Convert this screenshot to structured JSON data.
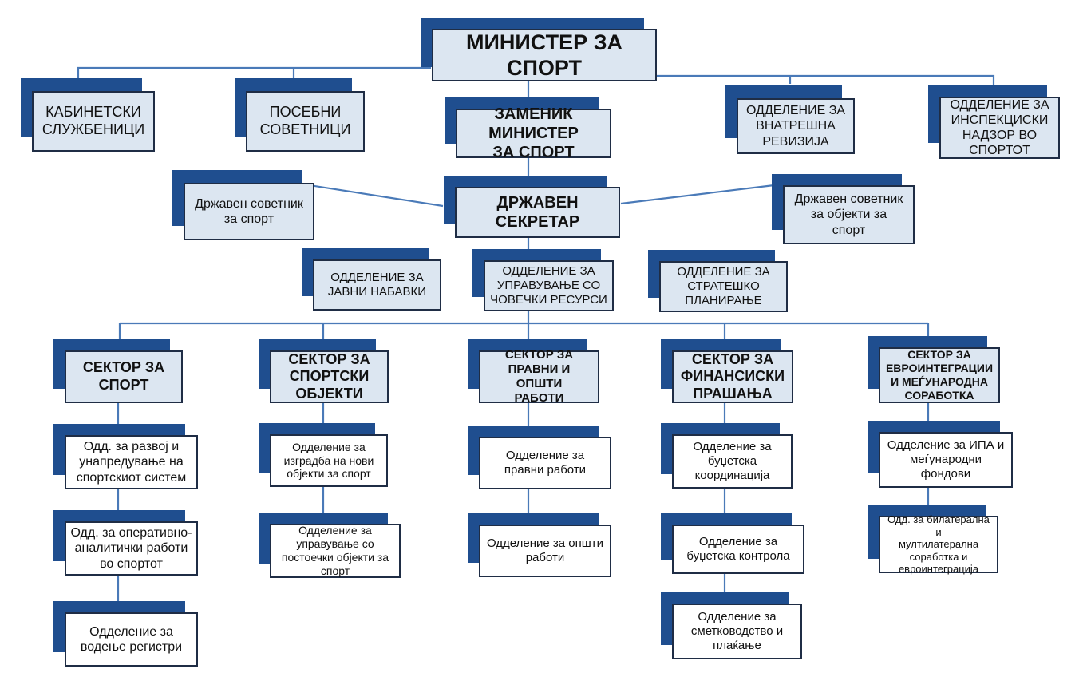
{
  "minister": "МИНИСТЕР ЗА СПОРТ",
  "top_level": {
    "cabinet": [
      "КАБИНЕТСКИ",
      "СЛУЖБЕНИЦИ"
    ],
    "advisors": [
      "ПОСЕБНИ",
      "СОВЕТНИЦИ"
    ],
    "deputy": [
      "ЗАМЕНИК МИНИСТЕР",
      "ЗА СПОРТ"
    ],
    "internal_audit": [
      "ОДДЕЛЕНИЕ ЗА",
      "ВНАТРЕШНА",
      "РЕВИЗИЈА"
    ],
    "inspection": [
      "ОДДЕЛЕНИЕ ЗА",
      "ИНСПЕКЦИСКИ",
      "НАДЗОР ВО",
      "СПОРТОТ"
    ]
  },
  "state_secretary": [
    "ДРЖАВЕН",
    "СЕКРЕТАР"
  ],
  "state_advisors": {
    "sport": [
      "Државен советник",
      "за спорт"
    ],
    "facilities": [
      "Државен советник",
      "за објекти за",
      "спорт"
    ]
  },
  "support_units": {
    "procurement": [
      "ОДДЕЛЕНИЕ ЗА",
      "ЈАВНИ НАБАВКИ"
    ],
    "hr": [
      "ОДДЕЛЕНИЕ ЗА",
      "УПРАВУВАЊЕ  СО",
      "ЧОВЕЧКИ РЕСУРСИ"
    ],
    "planning": [
      "ОДДЕЛЕНИЕ ЗА",
      "СТРАТЕШКО",
      "ПЛАНИРАЊЕ"
    ]
  },
  "sectors": [
    {
      "title": [
        "СЕКТОР ЗА",
        "СПОРТ"
      ],
      "units": [
        [
          "Одд. за развој и",
          "унапредување на",
          "спортскиот систем"
        ],
        [
          "Одд. за оперативно-",
          "аналитички работи",
          "во спортот"
        ],
        [
          "Одделение за",
          "водење регистри"
        ]
      ]
    },
    {
      "title": [
        "СЕКТОР ЗА",
        "СПОРТСКИ",
        "ОБЈЕКТИ"
      ],
      "units": [
        [
          "Одделение за",
          "изградба на нови",
          "објекти за спорт"
        ],
        [
          "Одделение за",
          "управување со",
          "постоечки објекти за",
          "спорт"
        ]
      ]
    },
    {
      "title": [
        "СЕКТОР ЗА",
        "ПРАВНИ И ОПШТИ",
        "РАБОТИ"
      ],
      "units": [
        [
          "Одделение за",
          "правни работи"
        ],
        [
          "Одделение за општи",
          "работи"
        ]
      ]
    },
    {
      "title": [
        "СЕКТОР ЗА",
        "ФИНАНСИСКИ",
        "ПРАШАЊА"
      ],
      "units": [
        [
          "Одделение за",
          "буџетска",
          "координација"
        ],
        [
          "Одделение за",
          "буџетска контрола"
        ],
        [
          "Одделение за",
          "сметководство и",
          "плаќање"
        ]
      ]
    },
    {
      "title": [
        "СЕКТОР ЗА",
        "ЕВРОИНТЕГРАЦИИ",
        "И МЕЃУНАРОДНА",
        "СОРАБОТКА"
      ],
      "units": [
        [
          "Одделение за ИПА и",
          "меѓународни",
          "фондови"
        ],
        [
          "Одд. за билатерална и",
          "мултилатерална",
          "соработка и",
          "евроинтеграција"
        ]
      ]
    }
  ]
}
